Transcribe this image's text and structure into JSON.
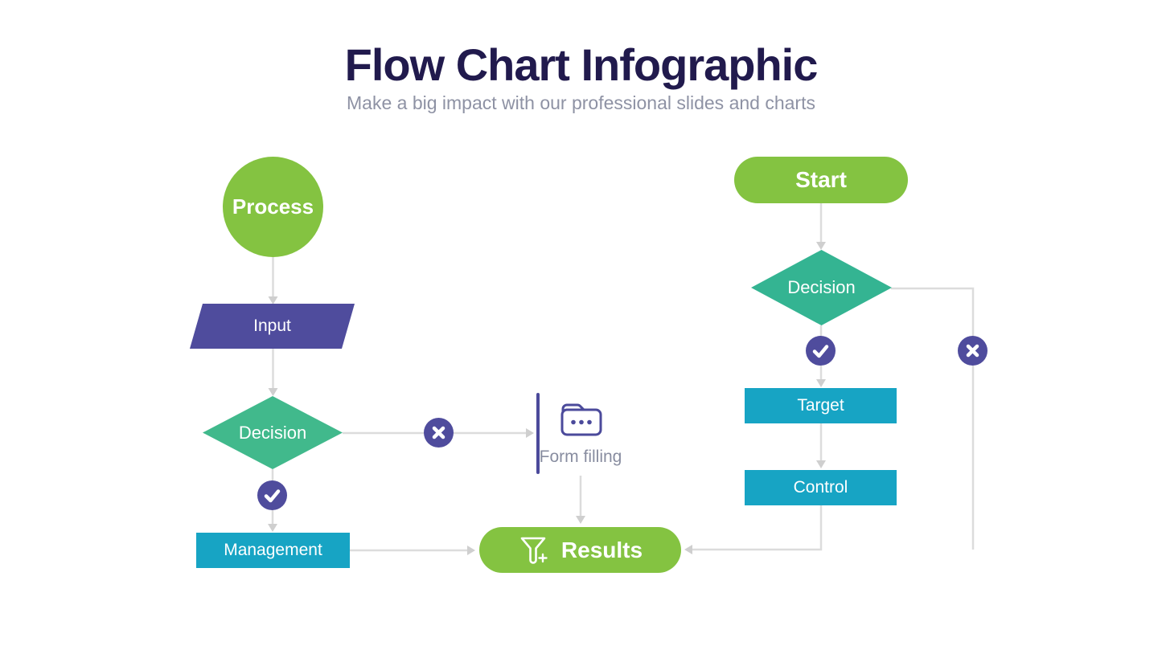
{
  "header": {
    "title": "Flow Chart Infographic",
    "subtitle": "Make a big impact with our professional slides and charts"
  },
  "nodes": {
    "process": {
      "label": "Process",
      "shape": "circle",
      "color": "#84c341"
    },
    "input": {
      "label": "Input",
      "shape": "parallelogram",
      "color": "#4f4c9d"
    },
    "decision_left": {
      "label": "Decision",
      "shape": "diamond",
      "color": "#41b98c"
    },
    "management": {
      "label": "Management",
      "shape": "rectangle",
      "color": "#17a4c4"
    },
    "form_filling": {
      "label": "Form filling",
      "shape": "icon-label",
      "color": "#4b4a9b"
    },
    "results": {
      "label": "Results",
      "shape": "pill",
      "color": "#84c341"
    },
    "start": {
      "label": "Start",
      "shape": "pill",
      "color": "#84c341"
    },
    "decision_right": {
      "label": "Decision",
      "shape": "diamond",
      "color": "#34b492"
    },
    "target": {
      "label": "Target",
      "shape": "rectangle",
      "color": "#17a4c4"
    },
    "control": {
      "label": "Control",
      "shape": "rectangle",
      "color": "#17a4c4"
    }
  },
  "icons": {
    "check_badge": "check-icon",
    "x_badge": "x-icon",
    "folder": "folder-dots-icon",
    "funnel": "funnel-plus-icon"
  },
  "colors": {
    "green": "#84c341",
    "purple": "#4f4c9d",
    "teal_diamond_left": "#41b98c",
    "teal_diamond_right": "#34b492",
    "cyan_rect": "#17a4c4",
    "connector_gray": "#dcdcdc",
    "title_navy": "#211a4d",
    "subtitle_gray": "#8e92a4",
    "white": "#ffffff"
  }
}
